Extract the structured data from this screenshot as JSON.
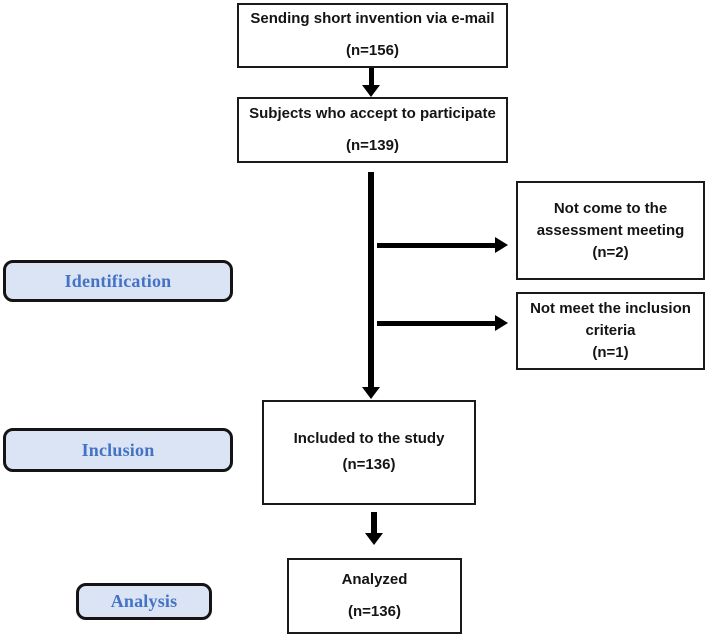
{
  "colors": {
    "label_bg": "#dbe4f4",
    "label_text": "#4472c4",
    "line_color": "#000000",
    "box_border": "#1a1a1a"
  },
  "stage_labels": {
    "identification": "Identification",
    "inclusion": "Inclusion",
    "analysis": "Analysis"
  },
  "boxes": {
    "invitation": {
      "line1": "Sending short invention via e-mail",
      "count": "(n=156)"
    },
    "participants": {
      "line1": "Subjects who accept to participate",
      "count": "(n=139)"
    },
    "excluded_meeting": {
      "line1": "Not come to the",
      "line2": "assessment meeting",
      "count": "(n=2)"
    },
    "excluded_criteria": {
      "line1": "Not meet the inclusion",
      "line2": "criteria",
      "count": "(n=1)"
    },
    "included": {
      "line1": "Included to the study",
      "count": "(n=136)"
    },
    "analyzed": {
      "line1": "Analyzed",
      "count": "(n=136)"
    }
  }
}
